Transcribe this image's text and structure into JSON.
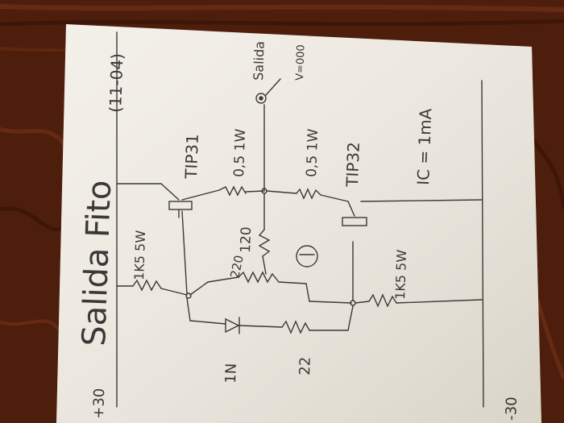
{
  "colors": {
    "table_dark": "#3d1508",
    "table_mid": "#6b2c14",
    "table_light": "#8a4320",
    "paper": "#f2eee6",
    "paper_shadow": "#d9d3c8",
    "ink": "#3b3838"
  },
  "labels": {
    "title": "Salida Fito",
    "date": "(11-04)",
    "plus_rail": "+30",
    "minus_rail": "-30",
    "q1": "TIP31",
    "q2": "TIP32",
    "r_top": "0,5 1W",
    "r_bottom": "0,5 1W",
    "r_left": "1K5 5W",
    "r_right": "1K5 5W",
    "r_120": "120",
    "pot": "220",
    "r_22": "22",
    "diode": "1N",
    "output": "Salida",
    "v_out": "V=000",
    "ic": "IC = 1mA"
  }
}
